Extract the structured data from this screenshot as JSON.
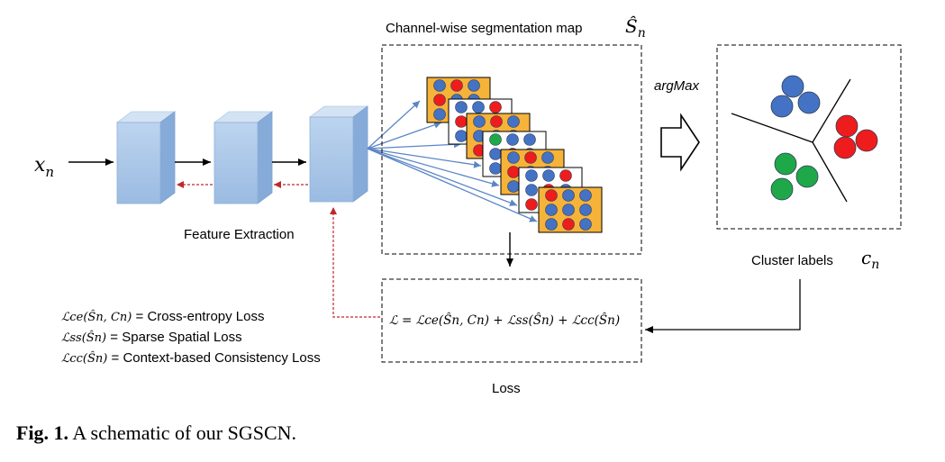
{
  "input_label": "x",
  "input_subscript": "n",
  "feature_extraction_label": "Feature Extraction",
  "segmentation_title": "Channel-wise segmentation map",
  "segmentation_symbol": "Ŝ",
  "segmentation_subscript": "n",
  "argmax_label": "argMax",
  "cluster_label": "Cluster labels",
  "cluster_symbol": "c",
  "cluster_subscript": "n",
  "loss_box_formula": "ℒ = ℒce(Ŝn, Cn) + ℒss(Ŝn) + ℒcc(Ŝn)",
  "loss_label": "Loss",
  "legend": [
    {
      "math": "ℒce(Ŝn, Cn)",
      "desc": " = Cross-entropy Loss"
    },
    {
      "math": "ℒss(Ŝn)",
      "desc": " = Sparse Spatial Loss"
    },
    {
      "math": "ℒcc(Ŝn)",
      "desc": " = Context-based Consistency Loss"
    }
  ],
  "caption_bold": "Fig. 1.",
  "caption_text": " A schematic of our SGSCN.",
  "colors": {
    "block_front": "#a9c6e8",
    "block_side": "#7fa6d4",
    "block_top": "#cfe0f3",
    "map_fill": "#f6b33a",
    "dot_blue": "#4472c4",
    "dot_red": "#ee1c1c",
    "dot_green": "#1ea84a",
    "arrow_blue": "#5b86c6",
    "feedback_red": "#c0272d"
  }
}
